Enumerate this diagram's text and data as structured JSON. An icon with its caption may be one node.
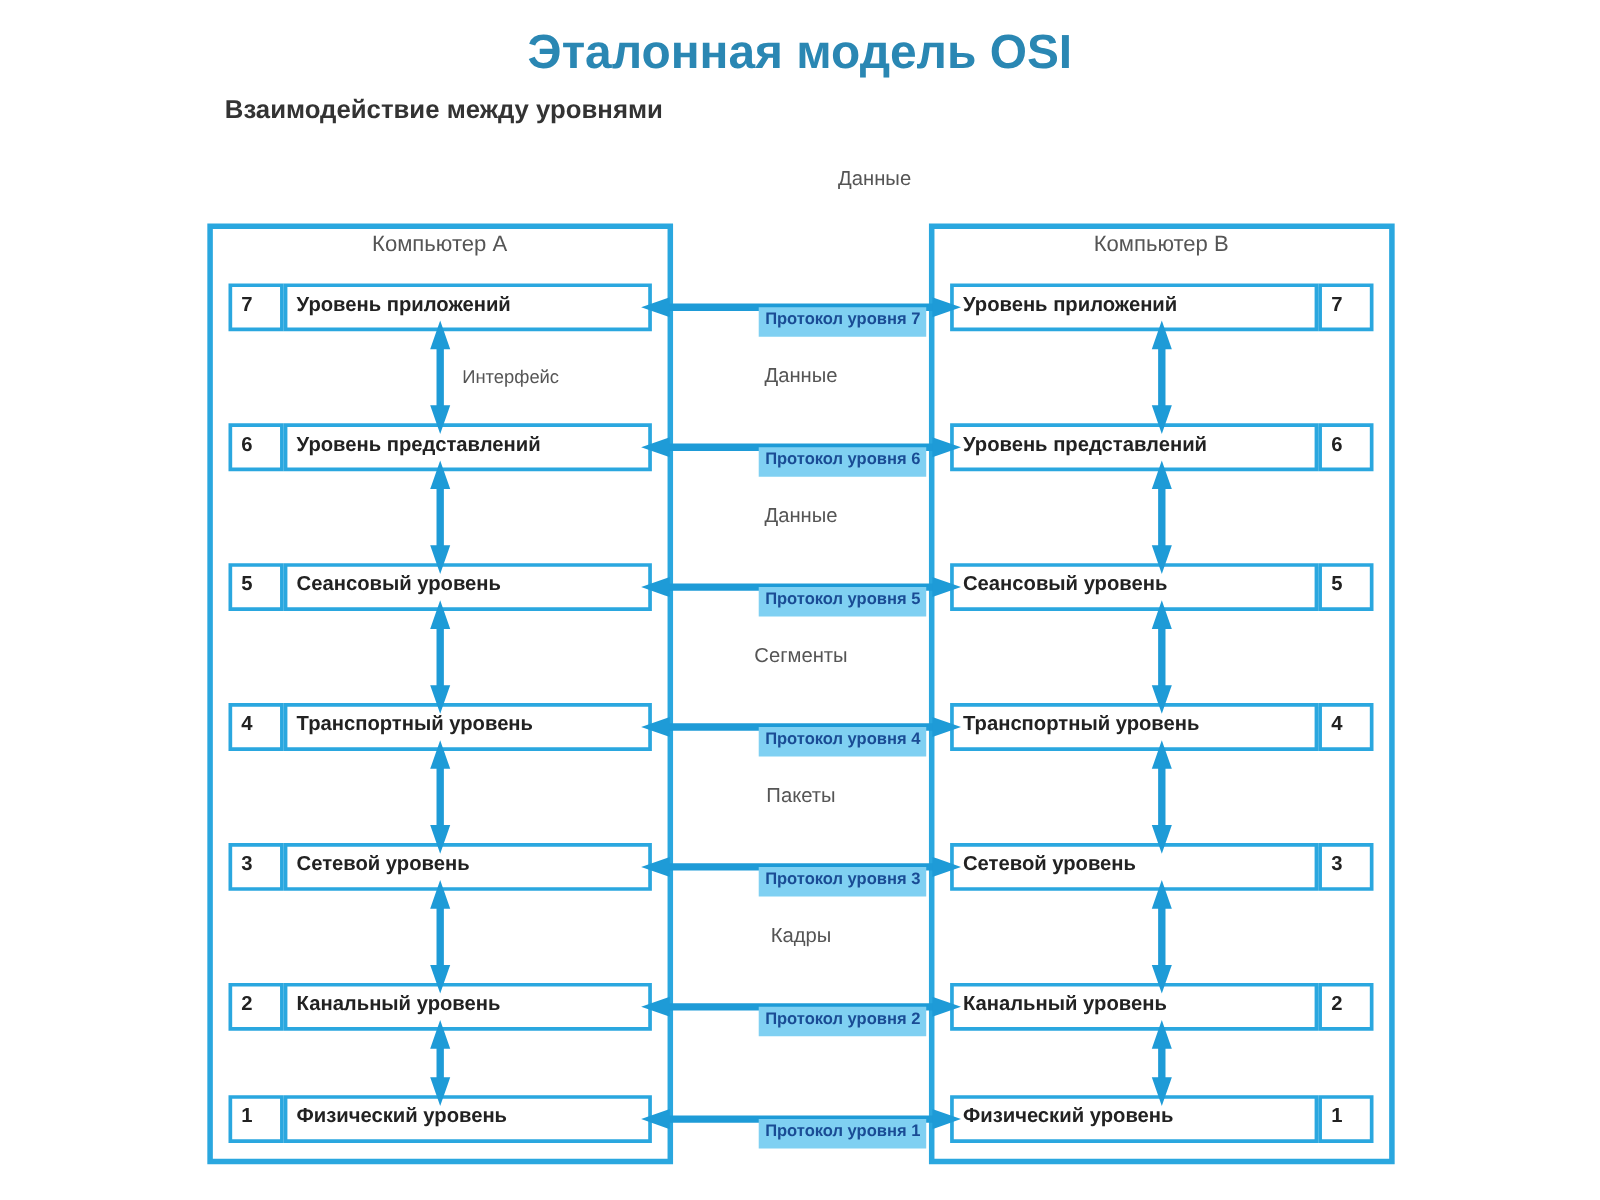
{
  "diagram": {
    "title": "Эталонная модель OSI",
    "nodes": [
      {
        "text": [
          "Компьютер A"
        ]
      },
      {
        "text": [
          "7",
          "Уровень приложений"
        ],
        "in": 0
      },
      {
        "text": [
          "6",
          "Уровень представлений"
        ],
        "in": 0
      },
      {
        "text": [
          "5",
          "Сеансовый уровень"
        ],
        "in": 0
      },
      {
        "text": [
          "4",
          "Транспортный уровень"
        ],
        "in": 0
      },
      {
        "text": [
          "3",
          "Сетевой уровень"
        ],
        "in": 0
      },
      {
        "text": [
          "2",
          "Канальный уровень"
        ],
        "in": 0
      },
      {
        "text": [
          "1",
          "Физический уровень"
        ],
        "in": 0
      },
      {
        "text": [
          "Компьютер B"
        ]
      },
      {
        "text": [
          "Уровень приложений",
          "7"
        ],
        "in": 8
      },
      {
        "text": [
          "Уровень представлений",
          "6"
        ],
        "in": 8
      },
      {
        "text": [
          "Сеансовый уровень",
          "5"
        ],
        "in": 8
      },
      {
        "text": [
          "Транспортный уровень",
          "4"
        ],
        "in": 8
      },
      {
        "text": [
          "Сетевой уровень",
          "3"
        ],
        "in": 8
      },
      {
        "text": [
          "Канальный уровень",
          "2"
        ],
        "in": 8
      },
      {
        "text": [
          "Физический уровень",
          "1"
        ],
        "in": 8
      }
    ],
    "edges": [
      {
        "from": 1,
        "to": 2,
        "arrow": "both",
        "label": "Интерфейс"
      },
      {
        "from": 2,
        "to": 3,
        "arrow": "both"
      },
      {
        "from": 3,
        "to": 4,
        "arrow": "both"
      },
      {
        "from": 4,
        "to": 5,
        "arrow": "both"
      },
      {
        "from": 5,
        "to": 6,
        "arrow": "both"
      },
      {
        "from": 6,
        "to": 7,
        "arrow": "both"
      },
      {
        "from": 9,
        "to": 10,
        "arrow": "both"
      },
      {
        "from": 10,
        "to": 11,
        "arrow": "both"
      },
      {
        "from": 11,
        "to": 12,
        "arrow": "both"
      },
      {
        "from": 12,
        "to": 13,
        "arrow": "both"
      },
      {
        "from": 13,
        "to": 14,
        "arrow": "both"
      },
      {
        "from": 14,
        "to": 15,
        "arrow": "both"
      },
      {
        "from": 1,
        "to": 9,
        "arrow": "both",
        "label": "Протокол уровня 7"
      },
      {
        "from": 2,
        "to": 10,
        "arrow": "both",
        "label": "Протокол уровня 6"
      },
      {
        "from": 3,
        "to": 11,
        "arrow": "both",
        "label": "Протокол уровня 5"
      },
      {
        "from": 4,
        "to": 12,
        "arrow": "both",
        "label": "Протокол уровня 4"
      },
      {
        "from": 5,
        "to": 13,
        "arrow": "both",
        "label": "Протокол уровня 3"
      },
      {
        "from": 6,
        "to": 14,
        "arrow": "both",
        "label": "Протокол уровня 2"
      },
      {
        "from": 7,
        "to": 15,
        "arrow": "both",
        "label": "Протокол уровня 1"
      }
    ],
    "labels": [
      "Взаимодействие между уровнями",
      "Данные",
      "Данные",
      "Данные",
      "Сегменты",
      "Пакеты",
      "Кадры"
    ]
  }
}
